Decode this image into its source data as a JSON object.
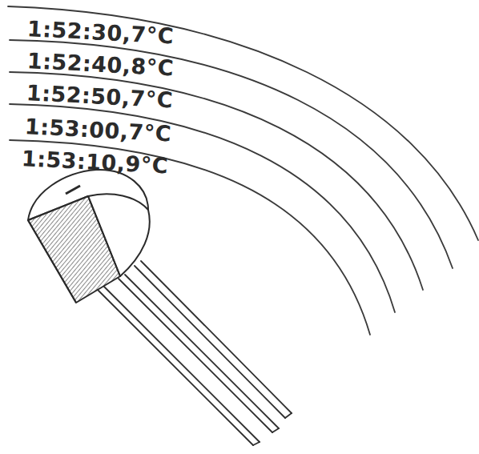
{
  "diagram": {
    "labels": [
      "1:52:30,7°C",
      "1:52:40,8°C",
      "1:52:50,7°C",
      "1:53:00,7°C",
      "1:53:10,9°C"
    ]
  }
}
